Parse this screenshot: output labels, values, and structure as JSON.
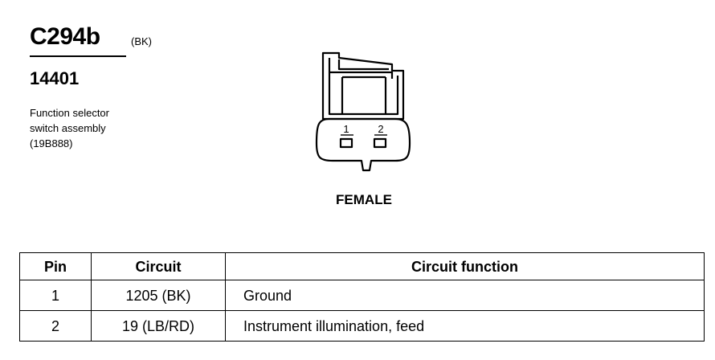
{
  "connector": {
    "id": "C294b",
    "color": "(BK)",
    "part_number": "14401",
    "description": [
      "Function selector",
      "switch assembly",
      "(19B888)"
    ],
    "gender": "FEMALE",
    "pin_labels": [
      "1",
      "2"
    ]
  },
  "table": {
    "headers": [
      "Pin",
      "Circuit",
      "Circuit function"
    ],
    "rows": [
      {
        "pin": "1",
        "circuit": "1205 (BK)",
        "function": "Ground"
      },
      {
        "pin": "2",
        "circuit": "19 (LB/RD)",
        "function": "Instrument illumination, feed"
      }
    ]
  }
}
